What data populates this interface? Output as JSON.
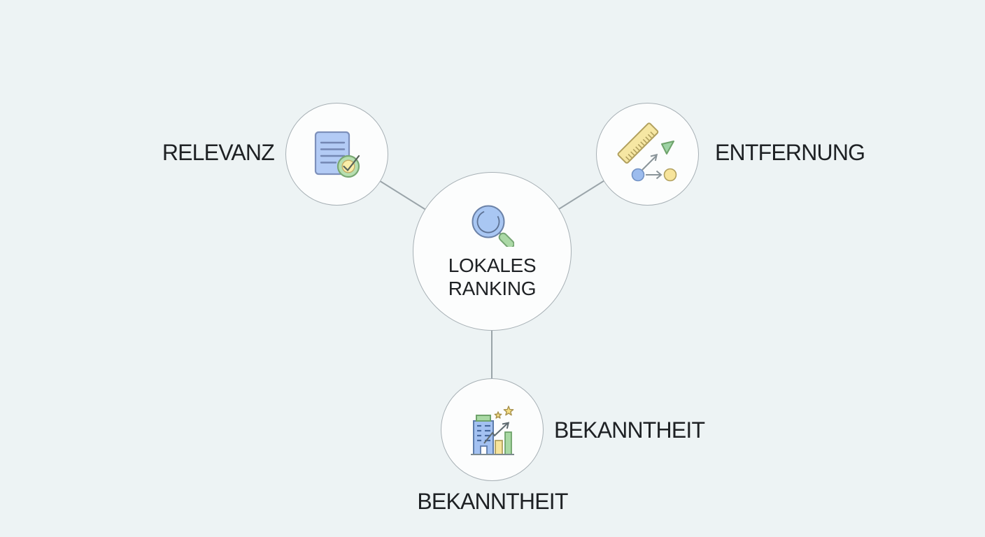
{
  "diagram": {
    "center_node": {
      "label_line1": "LOKALES",
      "label_line2": "RANKING",
      "icon": "magnifier-icon"
    },
    "nodes": [
      {
        "label": "RELEVANZ",
        "icon": "document-check-icon",
        "position": "top-left",
        "label_side": "left"
      },
      {
        "label": "ENTFERNUNG",
        "icon": "ruler-distance-icon",
        "position": "top-right",
        "label_side": "right"
      },
      {
        "label": "BEKANNTHEIT",
        "icon": "building-growth-icon",
        "position": "bottom",
        "label_side": "right"
      }
    ],
    "bottom_caption": "BEKANNTHEIT"
  },
  "colors": {
    "background": "#edf3f4",
    "node_fill": "#fcfdfd",
    "node_border": "#a7b0b5",
    "connector": "#9aa4a9",
    "text": "#1e2124",
    "icon_blue": "#a9c7f3",
    "icon_blue_dark": "#6b82a8",
    "icon_green": "#abd9a6",
    "icon_green_dark": "#76a573",
    "icon_yellow": "#f6e7a3",
    "icon_yellow_dark": "#b1a05e",
    "icon_gray": "#8a9499",
    "star_fill": "#f5df85",
    "star_stroke": "#a8924e"
  }
}
